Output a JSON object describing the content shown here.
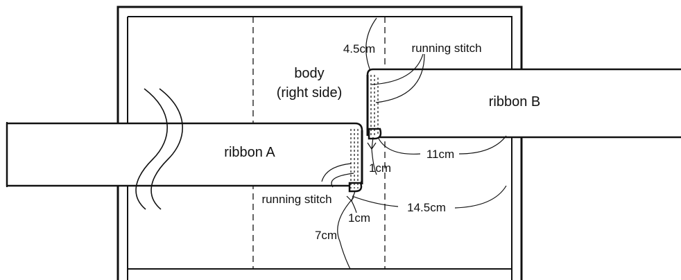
{
  "labels": {
    "body_line1": "body",
    "body_line2": "(right side)",
    "ribbon_a": "ribbon A",
    "ribbon_b": "ribbon B",
    "running_stitch_top": "running stitch",
    "running_stitch_bottom": "running stitch",
    "dim_4_5cm": "4.5cm",
    "dim_11cm": "11cm",
    "dim_14_5cm": "14.5cm",
    "dim_1cm_a": "1cm",
    "dim_1cm_b": "1cm",
    "dim_7cm": "7cm"
  },
  "colors": {
    "ink": "#111111",
    "paper": "#ffffff"
  }
}
